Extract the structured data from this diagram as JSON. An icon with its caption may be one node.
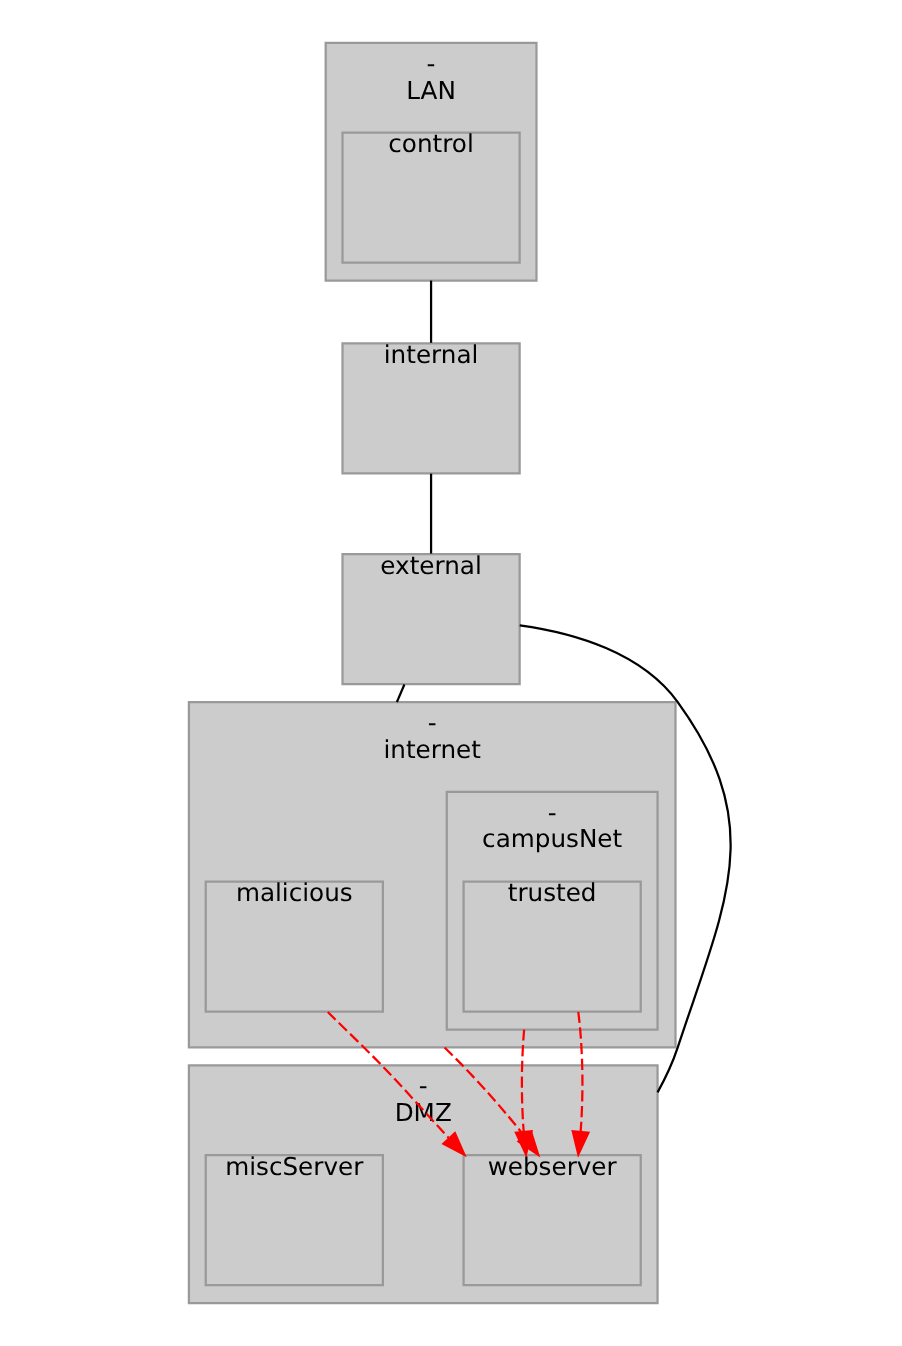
{
  "diagram": {
    "nodes": [
      {
        "text": [
          "-",
          "LAN"
        ]
      },
      {
        "text": [
          "control"
        ],
        "in": 0
      },
      {
        "text": [
          "internal"
        ]
      },
      {
        "text": [
          "external"
        ]
      },
      {
        "text": [
          "-",
          "internet"
        ]
      },
      {
        "text": [
          "malicious"
        ],
        "in": 4
      },
      {
        "text": [
          "-",
          "campusNet"
        ],
        "in": 4
      },
      {
        "text": [
          "trusted"
        ],
        "in": 6
      },
      {
        "text": [
          "-",
          "DMZ"
        ]
      },
      {
        "text": [
          "webserver"
        ],
        "in": 8
      },
      {
        "text": [
          "miscServer"
        ],
        "in": 8
      }
    ],
    "edges": [
      {
        "from": 0,
        "to": 2,
        "arrow": "none"
      },
      {
        "from": 2,
        "to": 3,
        "arrow": "none"
      },
      {
        "from": 3,
        "to": 4,
        "arrow": "none"
      },
      {
        "from": 3,
        "to": 8,
        "arrow": "none"
      },
      {
        "from": 5,
        "to": 9,
        "arrow": "to",
        "style": "dashed",
        "color": "#ff0000"
      },
      {
        "from": 4,
        "to": 9,
        "arrow": "to",
        "style": "dashed",
        "color": "#ff0000"
      },
      {
        "from": 6,
        "to": 9,
        "arrow": "to",
        "style": "dashed",
        "color": "#ff0000"
      },
      {
        "from": 7,
        "to": 9,
        "arrow": "to",
        "style": "dashed",
        "color": "#ff0000"
      }
    ]
  }
}
